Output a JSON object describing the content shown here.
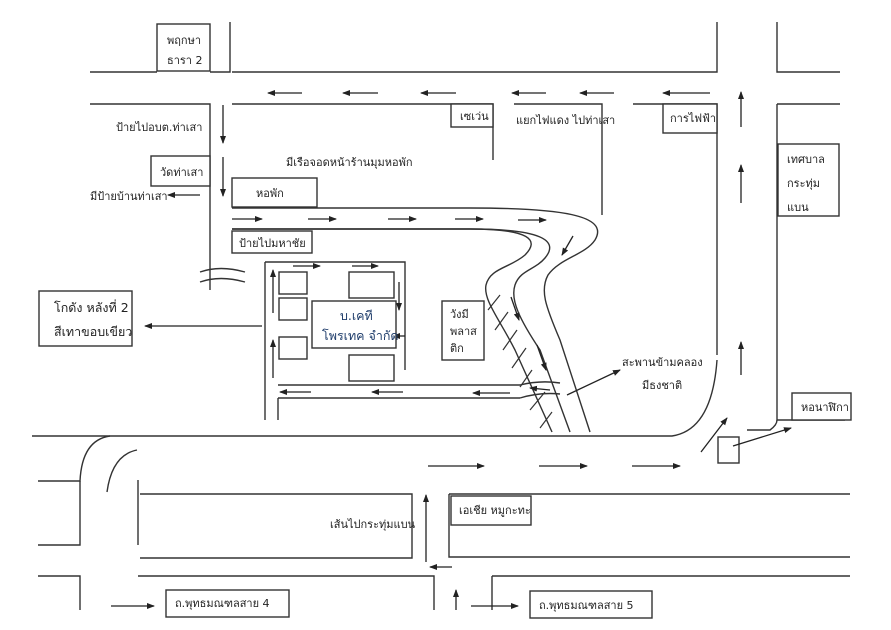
{
  "map": {
    "title": "แผนที่ บ.เคที โพรเทค จำกัด",
    "company": {
      "line1": "บ.เคที",
      "line2": "โพรเทค จำกัด",
      "color": "#1f3d6b"
    },
    "warehouse": {
      "line1": "โกดัง หลังที่ 2",
      "line2": "สีเทาขอบเขียว"
    },
    "landmarks": {
      "pruksa_line1": "พฤกษา",
      "pruksa_line2": "ธารา 2",
      "seven_eleven": "เซเว่น",
      "traffic_light": "แยกไฟแดง ไปท่าเสา",
      "electricity": "การไฟฟ้า",
      "municipality_line1": "เทศบาล",
      "municipality_line2": "กระทุ่ม",
      "municipality_line3": "แบน",
      "sign_tambon": "ป้ายไปอบต.ท่าเสา",
      "wat_thasao": "วัดท่าเสา",
      "sign_village": "มีป้ายบ้านท่าเสา",
      "boat_parking": "มีเรือจอดหน้าร้านมุมหอพัก",
      "dormitory": "หอพัก",
      "sign_mahachai": "ป้ายไปมหาชัย",
      "plastic_line1": "วังมี",
      "plastic_line2": "พลาส",
      "plastic_line3": "ติก",
      "bridge_line1": "สะพานข้ามคลอง",
      "bridge_line2": "มีธงชาติ",
      "clock_tower": "หอนาฬิกา",
      "route_krathumbaen": "เส้นไปกระทุ่มแบน",
      "asia_mookata": "เอเชีย หมูกะทะ",
      "road4": "ถ.พุทธมณฑลสาย 4",
      "road5": "ถ.พุทธมณฑลสาย 5"
    }
  }
}
